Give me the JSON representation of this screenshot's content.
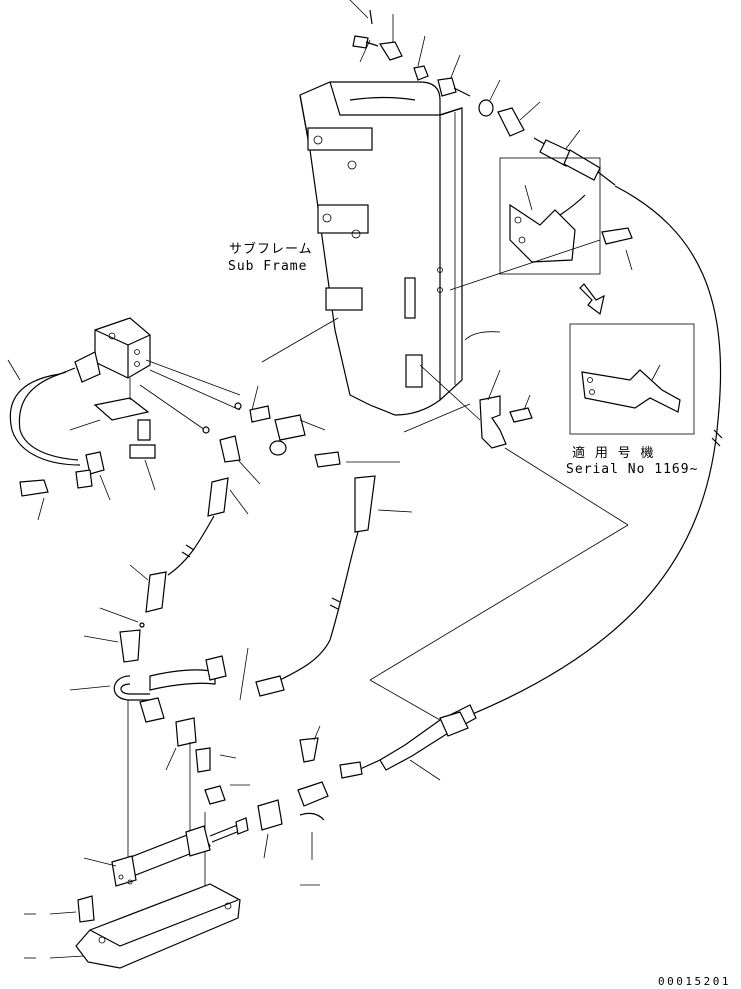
{
  "labels": {
    "sub_frame_jp": "サブフレーム",
    "sub_frame_en": "Sub Frame",
    "serial_jp": "適 用 号 機",
    "serial_en": "Serial No 1169~",
    "doc_number": "00015201"
  }
}
